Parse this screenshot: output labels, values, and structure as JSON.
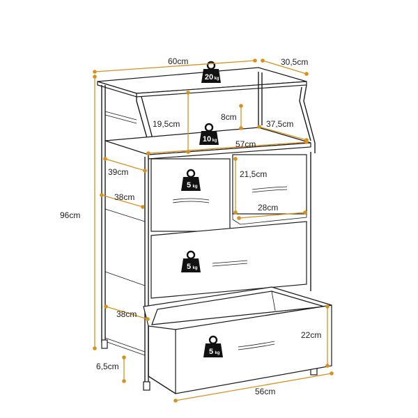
{
  "colors": {
    "dimension_line": "#d8901c",
    "outline": "#1a1a1a",
    "background": "#ffffff"
  },
  "dimensions": {
    "top_width": "60cm",
    "top_depth": "30,5cm",
    "total_height": "96cm",
    "shelf_height": "19,5cm",
    "shelf_gap": "8cm",
    "shelf_depth": "37,5cm",
    "shelf_width": "57cm",
    "drawer_depth_upper": "39cm",
    "drawer_height_small": "21,5cm",
    "drawer_width_small": "28cm",
    "side_depth": "38cm",
    "bottom_side_depth": "38cm",
    "bottom_drawer_height": "22cm",
    "foot_height": "6,5cm",
    "bottom_drawer_width": "56cm"
  },
  "weights": {
    "top": "20",
    "shelf": "10",
    "drawer_small": "5",
    "drawer_middle": "5",
    "drawer_bottom": "5",
    "unit": "kg"
  }
}
